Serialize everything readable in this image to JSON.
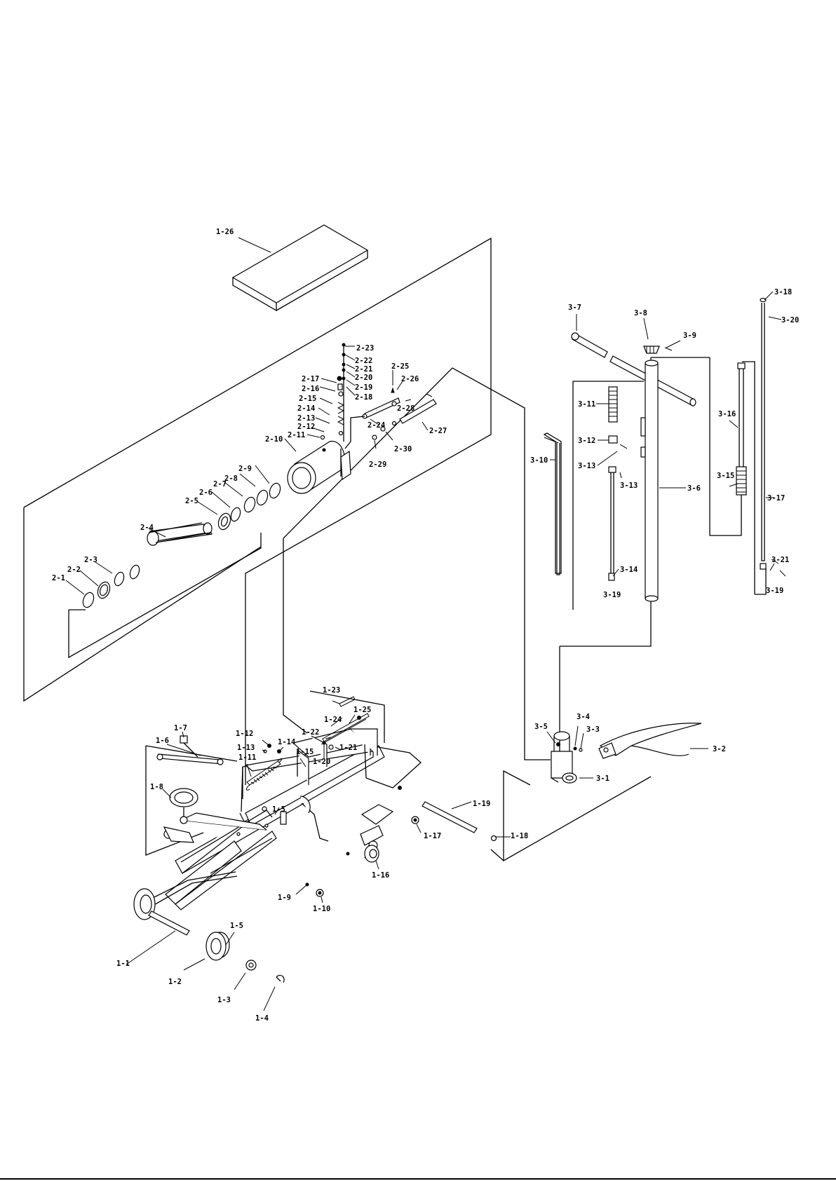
{
  "labels": {
    "l1_1": "1-1",
    "l1_2": "1-2",
    "l1_3": "1-3",
    "l1_4": "1-4",
    "l1_5a": "1-5",
    "l1_5b": "1-5",
    "l1_6": "1-6",
    "l1_7": "1-7",
    "l1_8": "1-8",
    "l1_9": "1-9",
    "l1_10": "1-10",
    "l1_11": "1-11",
    "l1_12": "1-12",
    "l1_13": "1-13",
    "l1_14": "1-14",
    "l1_15": "1-15",
    "l1_16": "1-16",
    "l1_17": "1-17",
    "l1_18": "1-18",
    "l1_19": "1-19",
    "l1_20": "1-20",
    "l1_21": "1-21",
    "l1_22": "1-22",
    "l1_23": "1-23",
    "l1_24": "1-24",
    "l1_25": "1-25",
    "l1_26": "1-26",
    "l2_1": "2-1",
    "l2_2": "2-2",
    "l2_3": "2-3",
    "l2_4": "2-4",
    "l2_5": "2-5",
    "l2_6": "2-6",
    "l2_7": "2-7",
    "l2_8": "2-8",
    "l2_9": "2-9",
    "l2_10": "2-10",
    "l2_11": "2-11",
    "l2_12": "2-12",
    "l2_13": "2-13",
    "l2_14": "2-14",
    "l2_15": "2-15",
    "l2_16": "2-16",
    "l2_17": "2-17",
    "l2_18": "2-18",
    "l2_19": "2-19",
    "l2_20": "2-20",
    "l2_21": "2-21",
    "l2_22": "2-22",
    "l2_23": "2-23",
    "l2_24": "2-24",
    "l2_25": "2-25",
    "l2_26": "2-26",
    "l2_27": "2-27",
    "l2_28": "2-28",
    "l2_29": "2-29",
    "l2_30": "2-30",
    "l3_1": "3-1",
    "l3_2": "3-2",
    "l3_3": "3-3",
    "l3_4": "3-4",
    "l3_5": "3-5",
    "l3_6": "3-6",
    "l3_7": "3-7",
    "l3_8": "3-8",
    "l3_9": "3-9",
    "l3_10": "3-10",
    "l3_11": "3-11",
    "l3_12": "3-12",
    "l3_13a": "3-13",
    "l3_13b": "3-13",
    "l3_14": "3-14",
    "l3_15": "3-15",
    "l3_16": "3-16",
    "l3_17": "3-17",
    "l3_18": "3-18",
    "l3_19a": "3-19",
    "l3_19b": "3-19",
    "l3_20": "3-20",
    "l3_21": "3-21"
  }
}
